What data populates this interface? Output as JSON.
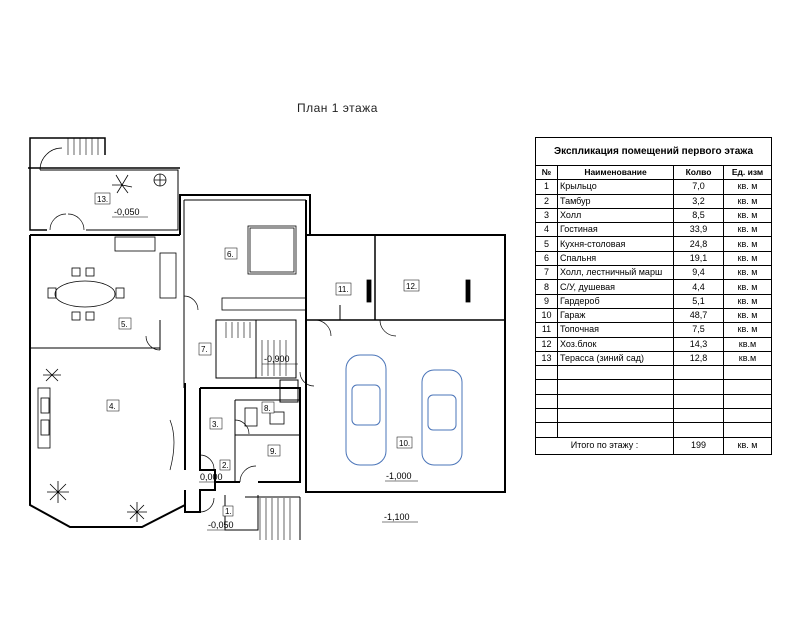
{
  "plan": {
    "title": "План 1 этажа",
    "room_numbers": [
      "1.",
      "2.",
      "3.",
      "4.",
      "5.",
      "6.",
      "7.",
      "8.",
      "9.",
      "10.",
      "11.",
      "12.",
      "13."
    ],
    "elevations": [
      "-0,050",
      "-0,900",
      "0,000",
      "-0,050",
      "-1,000",
      "-1,100"
    ]
  },
  "table": {
    "caption": "Экспликация помещений первого этажа",
    "headers": [
      "№",
      "Наименование",
      "Колво",
      "Ед. изм"
    ],
    "rows": [
      {
        "num": "1",
        "name": "Крыльцо",
        "qty": "7,0",
        "unit": "кв. м"
      },
      {
        "num": "2",
        "name": "Тамбур",
        "qty": "3,2",
        "unit": "кв. м"
      },
      {
        "num": "3",
        "name": "Холл",
        "qty": "8,5",
        "unit": "кв. м"
      },
      {
        "num": "4",
        "name": "Гостиная",
        "qty": "33,9",
        "unit": "кв. м"
      },
      {
        "num": "5",
        "name": "Кухня-столовая",
        "qty": "24,8",
        "unit": "кв. м"
      },
      {
        "num": "6",
        "name": "Спальня",
        "qty": "19,1",
        "unit": "кв. м"
      },
      {
        "num": "7",
        "name": "Холл, лестничный марш",
        "qty": "9,4",
        "unit": "кв. м"
      },
      {
        "num": "8",
        "name": "С/У, душевая",
        "qty": "4,4",
        "unit": "кв. м"
      },
      {
        "num": "9",
        "name": "Гардероб",
        "qty": "5,1",
        "unit": "кв. м"
      },
      {
        "num": "10",
        "name": "Гараж",
        "qty": "48,7",
        "unit": "кв. м"
      },
      {
        "num": "11",
        "name": "Топочная",
        "qty": "7,5",
        "unit": "кв. м"
      },
      {
        "num": "12",
        "name": "Хоз.блок",
        "qty": "14,3",
        "unit": "кв.м"
      },
      {
        "num": "13",
        "name": "Терасса (зиний сад)",
        "qty": "12,8",
        "unit": "кв.м"
      }
    ],
    "empty_rows": 5,
    "total_label": "Итого по этажу :",
    "total_qty": "199",
    "total_unit": "кв. м"
  }
}
